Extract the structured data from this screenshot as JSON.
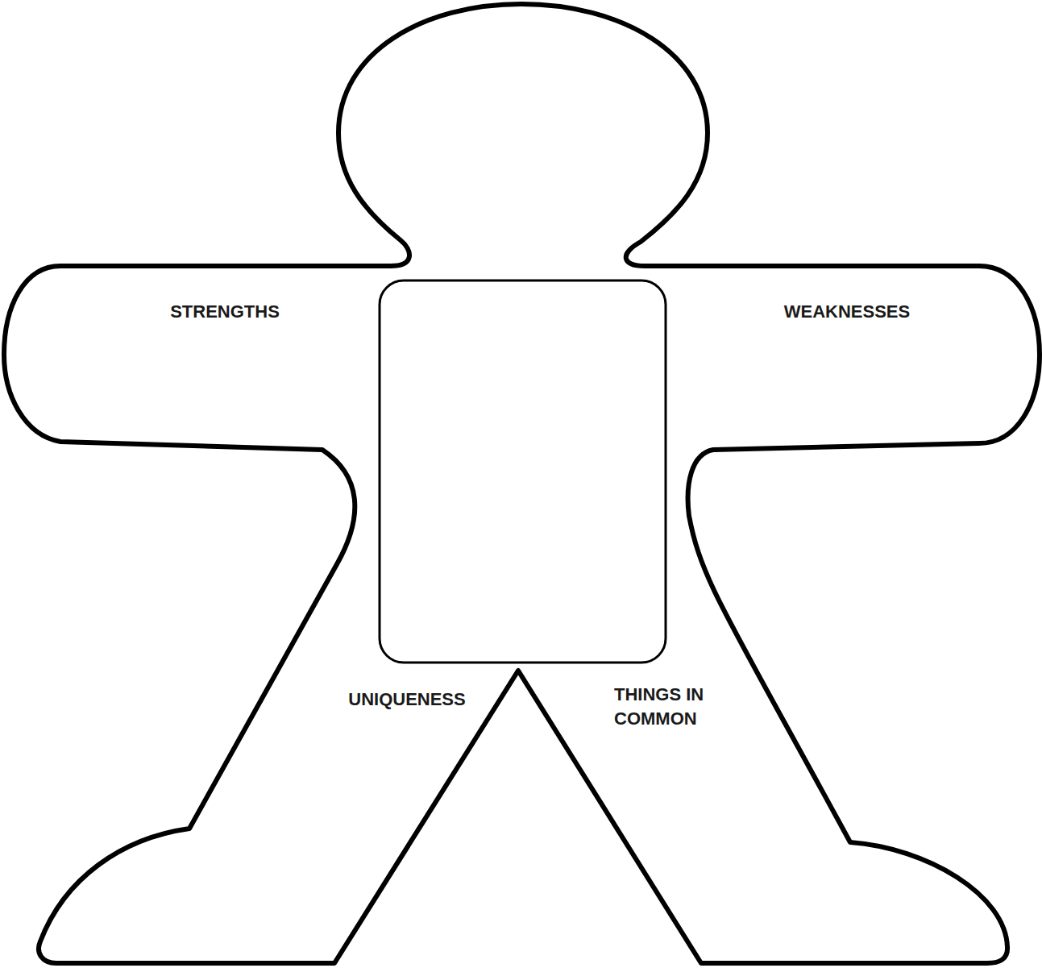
{
  "diagram": {
    "labels": [
      "STRENGTHS",
      "WEAKNESSES",
      "UNIQUENESS",
      "THINGS IN COMMON"
    ]
  }
}
